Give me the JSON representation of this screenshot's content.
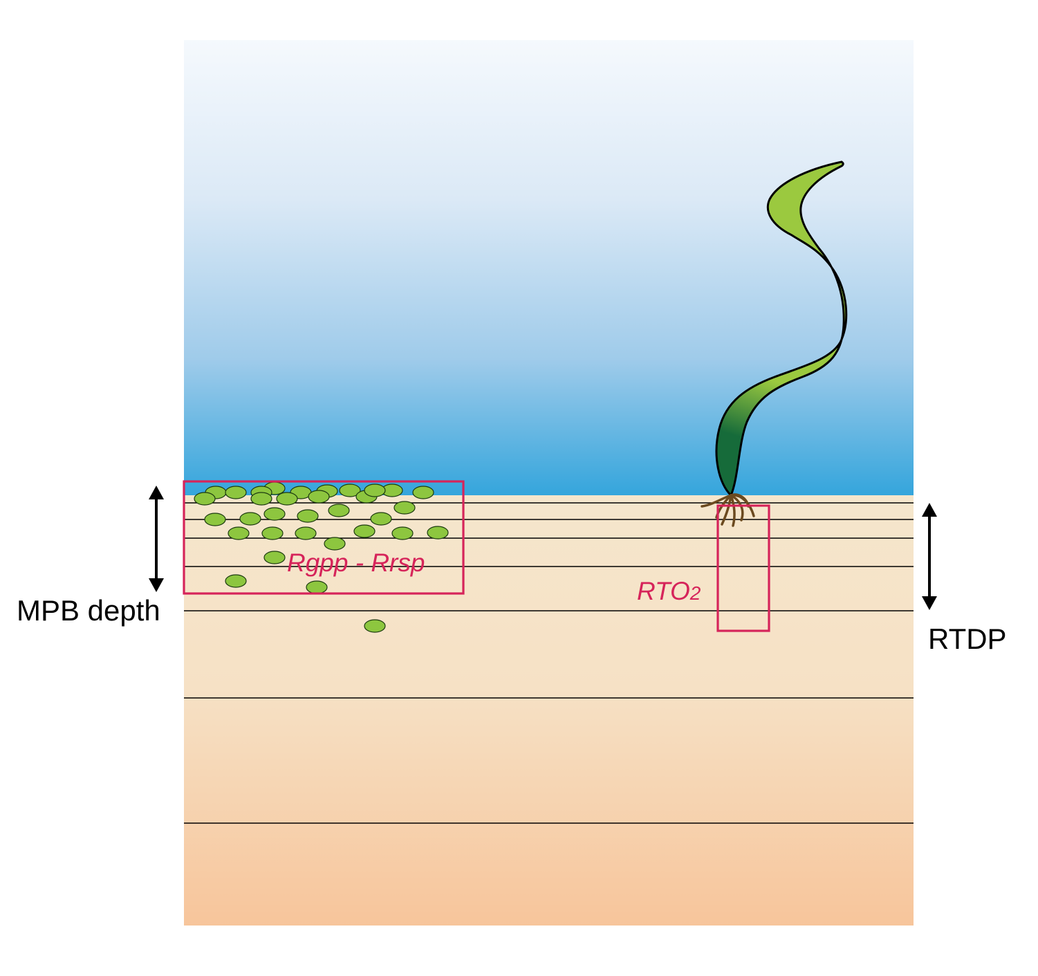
{
  "labels": {
    "mpb_depth": "MPB depth",
    "rtdp": "RTDP",
    "rgpp_rrsp": "Rgpp - Rrsp",
    "rto2_main": "RTO",
    "rto2_sub": "2"
  },
  "colors": {
    "water_top": "#f5f9fd",
    "water_bottom": "#34a5dc",
    "sediment_top": "#f5e6cc",
    "sediment_bottom": "#f7c59b",
    "highlight_box": "#d6245a",
    "mpb_fill": "#8dc63f",
    "leaf_light": "#9bc93f",
    "leaf_dark": "#166b3a",
    "roots": "#6b4a1f"
  },
  "icons": {
    "microphytobenthos": "green-ellipse",
    "seagrass": "seagrass-leaf",
    "depth_arrow": "double-headed-arrow"
  }
}
